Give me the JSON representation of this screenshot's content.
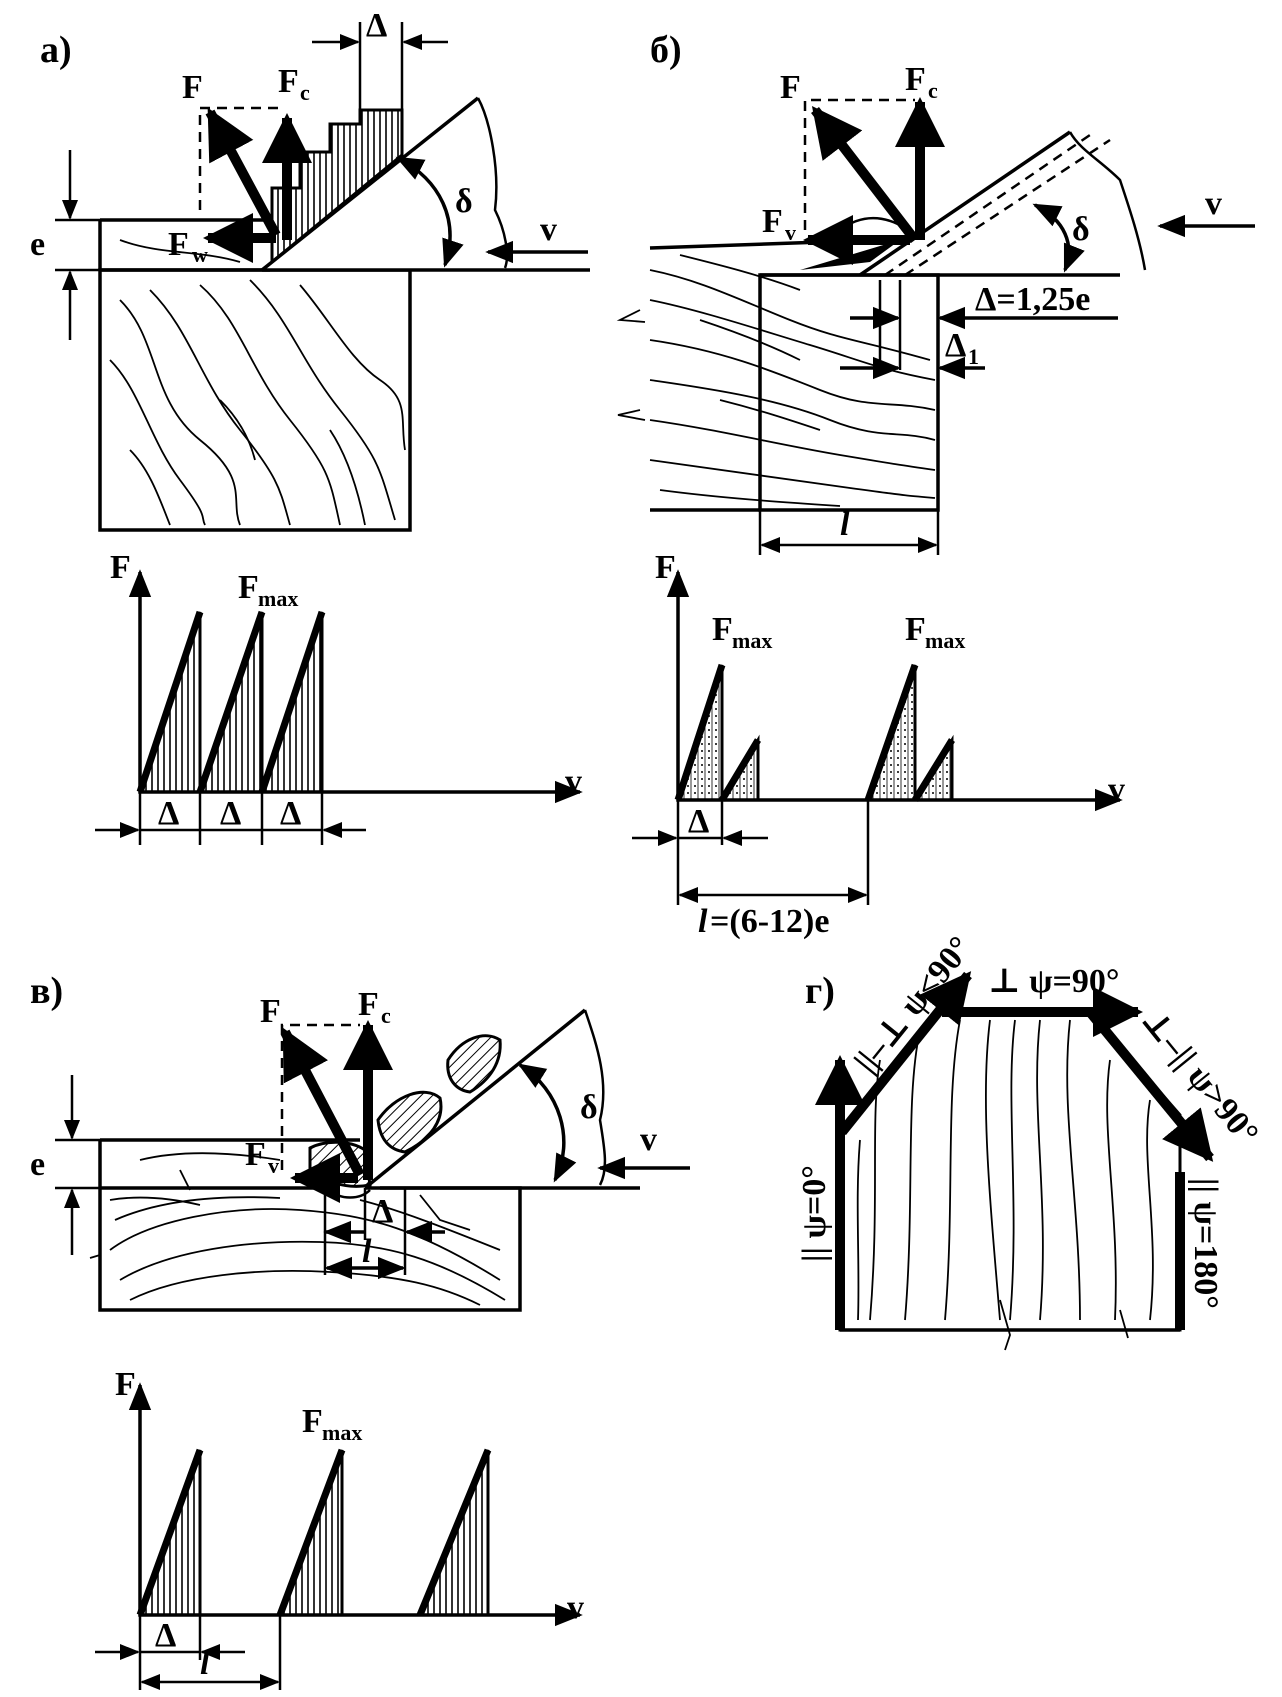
{
  "panels": {
    "a": {
      "label": "а)",
      "force": "F",
      "force_c": "F",
      "force_c_sub": "c",
      "force_w": "F",
      "force_w_sub": "w",
      "delta": "Δ",
      "e": "e",
      "angle": "δ",
      "v": "v",
      "graph": {
        "y_label": "F",
        "fmax": "F",
        "fmax_sub": "max",
        "x_label": "v",
        "deltas": [
          "Δ",
          "Δ",
          "Δ"
        ]
      }
    },
    "b": {
      "label": "б)",
      "force": "F",
      "force_c": "F",
      "force_c_sub": "c",
      "force_v": "F",
      "force_v_sub": "v",
      "angle": "δ",
      "v": "v",
      "delta_eq": "Δ=1,25e",
      "delta1": "Δ",
      "delta1_sub": "1",
      "l": "l",
      "graph": {
        "y_label": "F",
        "fmax1": "F",
        "fmax1_sub": "max",
        "fmax2": "F",
        "fmax2_sub": "max",
        "x_label": "v",
        "delta": "Δ",
        "l_eq_l": "l",
        "l_eq_rest": "=(6-12)e"
      }
    },
    "v": {
      "label": "в)",
      "force": "F",
      "force_c": "F",
      "force_c_sub": "c",
      "force_v": "F",
      "force_v_sub": "v",
      "e": "e",
      "angle": "δ",
      "v": "v",
      "delta": "Δ",
      "l": "l",
      "graph": {
        "y_label": "F",
        "fmax": "F",
        "fmax_sub": "max",
        "x_label": "v",
        "delta": "Δ",
        "l": "l"
      }
    },
    "g": {
      "label": "г)",
      "left": "|| ψ=0°",
      "top_left": "||–⊥ ψ<90°",
      "top": "⊥ ψ=90°",
      "top_right": "⊥–|| ψ>90°",
      "right": "|| ψ=180°"
    }
  }
}
